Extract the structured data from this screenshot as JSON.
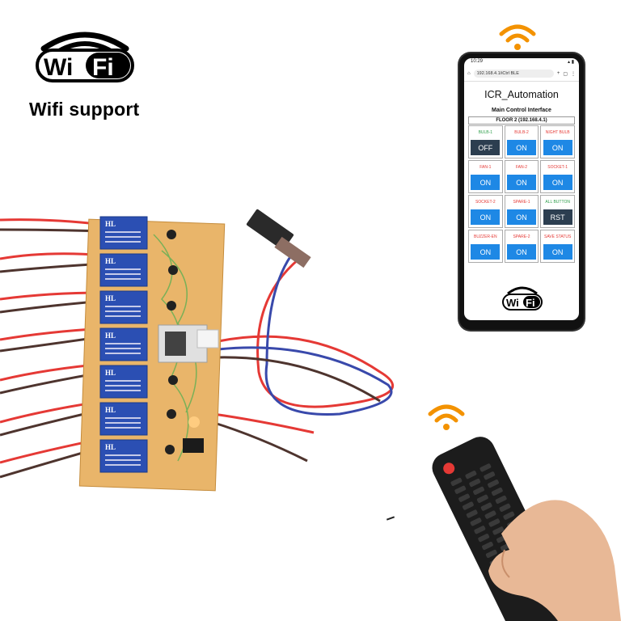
{
  "branding": {
    "wifi_logo_text_left": "Wi",
    "wifi_logo_text_right": "Fi",
    "caption": "Wifi support"
  },
  "phone": {
    "status_time": "10:29",
    "url": "192.168.4.1/iCtrl BLE",
    "app_title": "ICR_Automation",
    "subtitle": "Main Control Interface",
    "floor": "FLOOR 2 (192.168.4.1)",
    "buttons": [
      {
        "label": "BULB-1",
        "state": "OFF",
        "label_color": "#2e9e4a",
        "dark": true
      },
      {
        "label": "BULB-2",
        "state": "ON",
        "label_color": "#e53935",
        "dark": false
      },
      {
        "label": "NIGHT BULB",
        "state": "ON",
        "label_color": "#e53935",
        "dark": false
      },
      {
        "label": "FAN-1",
        "state": "ON",
        "label_color": "#e53935",
        "dark": false
      },
      {
        "label": "FAN-2",
        "state": "ON",
        "label_color": "#e53935",
        "dark": false
      },
      {
        "label": "SOCKET-1",
        "state": "ON",
        "label_color": "#e53935",
        "dark": false
      },
      {
        "label": "SOCKET-2",
        "state": "ON",
        "label_color": "#e53935",
        "dark": false
      },
      {
        "label": "SPARE-1",
        "state": "ON",
        "label_color": "#e53935",
        "dark": false
      },
      {
        "label": "ALL BUTTON",
        "state": "RST",
        "label_color": "#2e9e4a",
        "dark": true
      },
      {
        "label": "BUZZER-EN",
        "state": "ON",
        "label_color": "#e53935",
        "dark": false
      },
      {
        "label": "SPARE-2",
        "state": "ON",
        "label_color": "#e53935",
        "dark": false
      },
      {
        "label": "SAVE STATUS",
        "state": "ON",
        "label_color": "#e53935",
        "dark": false
      }
    ],
    "bottom_logo_left": "Wi",
    "bottom_logo_right": "Fi"
  },
  "board": {
    "relay_brand": "HL",
    "relay_count": 7
  },
  "colors": {
    "signal_orange": "#f39200",
    "board_orange": "#e9b56a",
    "relay_blue": "#2b4fb3",
    "button_blue": "#1e88e5",
    "button_dark": "#2c3e50"
  }
}
